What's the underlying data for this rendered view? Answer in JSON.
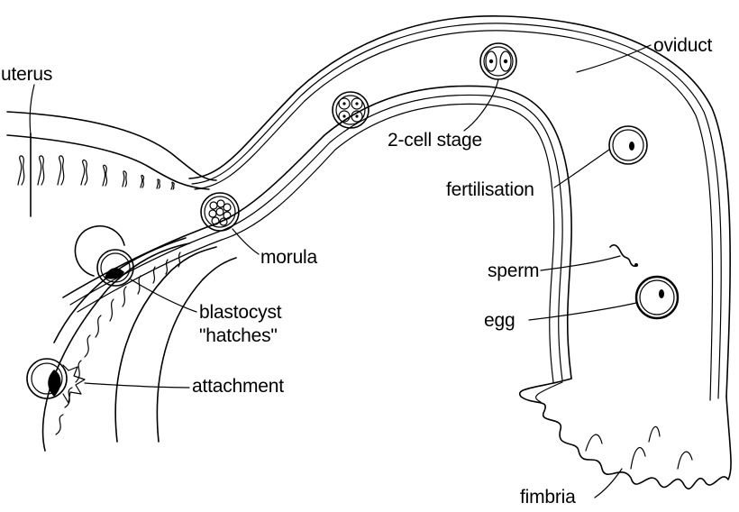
{
  "labels": {
    "uterus": "uterus",
    "oviduct": "oviduct",
    "two_cell_stage": "2-cell stage",
    "fertilisation": "fertilisation",
    "morula": "morula",
    "sperm": "sperm",
    "egg": "egg",
    "blastocyst_line1": "blastocyst",
    "blastocyst_line2": "\"hatches\"",
    "attachment": "attachment",
    "fimbria": "fimbria"
  },
  "colors": {
    "ink": "#000000",
    "background": "#ffffff"
  }
}
